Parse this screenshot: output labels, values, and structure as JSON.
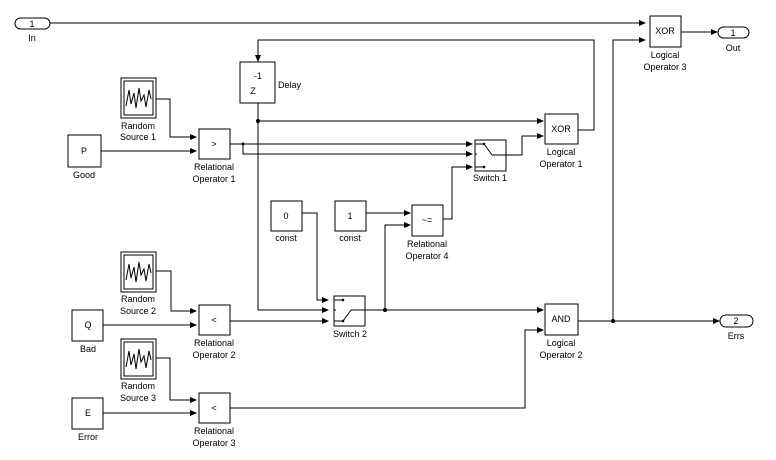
{
  "ports": {
    "in": {
      "number": "1",
      "label": "In"
    },
    "out": {
      "number": "1",
      "label": "Out"
    },
    "errs": {
      "number": "2",
      "label": "Errs"
    }
  },
  "blocks": {
    "delay": {
      "symbol_top": "-1",
      "symbol_bottom": "Z",
      "label": "Delay"
    },
    "random1": {
      "label_line1": "Random",
      "label_line2": "Source 1"
    },
    "random2": {
      "label_line1": "Random",
      "label_line2": "Source 2"
    },
    "random3": {
      "label_line1": "Random",
      "label_line2": "Source 3"
    },
    "good": {
      "symbol": "P",
      "label": "Good"
    },
    "bad": {
      "symbol": "Q",
      "label": "Bad"
    },
    "error": {
      "symbol": "E",
      "label": "Error"
    },
    "rel1": {
      "symbol": ">",
      "label_line1": "Relational",
      "label_line2": "Operator 1"
    },
    "rel2": {
      "symbol": "<",
      "label_line1": "Relational",
      "label_line2": "Operator 2"
    },
    "rel3": {
      "symbol": "<",
      "label_line1": "Relational",
      "label_line2": "Operator 3"
    },
    "rel4": {
      "symbol": "~=",
      "label_line1": "Relational",
      "label_line2": "Operator 4"
    },
    "const0": {
      "symbol": "0",
      "label": "const"
    },
    "const1": {
      "symbol": "1",
      "label": "const"
    },
    "switch1": {
      "label": "Switch 1"
    },
    "switch2": {
      "label": "Switch 2"
    },
    "xor1": {
      "symbol": "XOR",
      "label_line1": "Logical",
      "label_line2": "Operator 1"
    },
    "xor3": {
      "symbol": "XOR",
      "label_line1": "Logical",
      "label_line2": "Operator 3"
    },
    "and2": {
      "symbol": "AND",
      "label_line1": "Logical",
      "label_line2": "Operator 2"
    }
  }
}
